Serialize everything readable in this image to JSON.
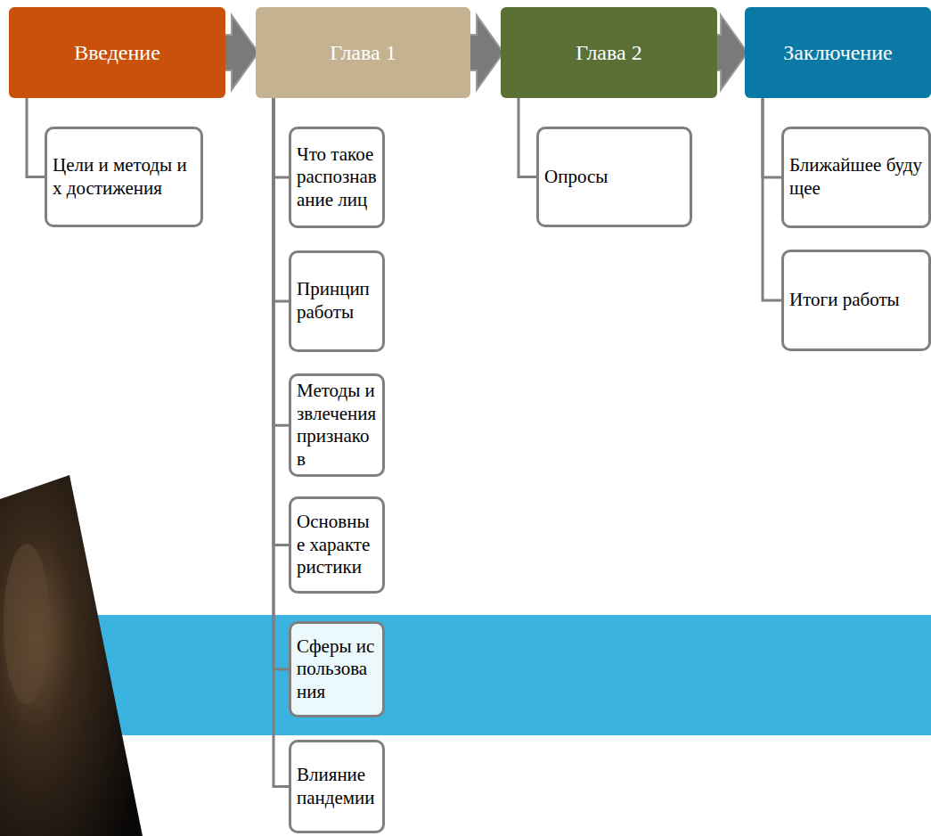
{
  "diagram": {
    "nodes": [
      {
        "text": [
          "Введение"
        ]
      },
      {
        "text": [
          "Глава 1"
        ]
      },
      {
        "text": [
          "Глава 2"
        ]
      },
      {
        "text": [
          "Заключение"
        ]
      },
      {
        "text": [
          "Цели и методы их достижения"
        ]
      },
      {
        "text": [
          "Что такое распознавание лиц"
        ]
      },
      {
        "text": [
          "Принцип работы"
        ]
      },
      {
        "text": [
          "Методы извлечения признаков"
        ]
      },
      {
        "text": [
          "Основные характеристики"
        ]
      },
      {
        "text": [
          "Сферы использования"
        ]
      },
      {
        "text": [
          "Влияние пандемии"
        ]
      },
      {
        "text": [
          "Опросы"
        ]
      },
      {
        "text": [
          "Ближайшее будущее"
        ]
      },
      {
        "text": [
          "Итоги работы"
        ]
      }
    ],
    "edges": [
      {
        "from": 0,
        "to": 1,
        "arrow": "to"
      },
      {
        "from": 1,
        "to": 2,
        "arrow": "to"
      },
      {
        "from": 2,
        "to": 3,
        "arrow": "to"
      },
      {
        "from": 0,
        "to": 4,
        "arrow": "none"
      },
      {
        "from": 1,
        "to": 5,
        "arrow": "none"
      },
      {
        "from": 1,
        "to": 6,
        "arrow": "none"
      },
      {
        "from": 1,
        "to": 7,
        "arrow": "none"
      },
      {
        "from": 1,
        "to": 8,
        "arrow": "none"
      },
      {
        "from": 1,
        "to": 9,
        "arrow": "none"
      },
      {
        "from": 1,
        "to": 10,
        "arrow": "none"
      },
      {
        "from": 2,
        "to": 11,
        "arrow": "none"
      },
      {
        "from": 3,
        "to": 12,
        "arrow": "none"
      },
      {
        "from": 3,
        "to": 13,
        "arrow": "none"
      }
    ]
  }
}
